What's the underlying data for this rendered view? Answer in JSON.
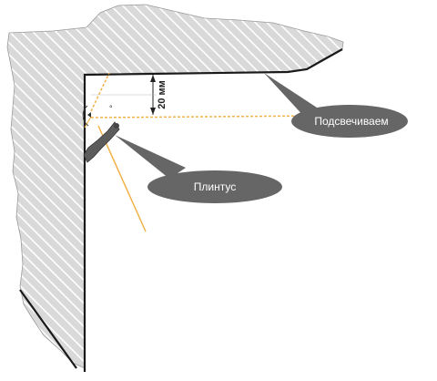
{
  "labels": {
    "highlight": "Подсвечиваем",
    "baseboard": "Плинтус",
    "dimension": "20 мм",
    "degree_mark": "°"
  },
  "colors": {
    "wall_fill": "#d9d9d9",
    "hatch": "#ffffff",
    "edge": "#1a1a1a",
    "callout": "#666666",
    "light_ray": "#f2b24a",
    "fixture": "#5c5c5c"
  }
}
